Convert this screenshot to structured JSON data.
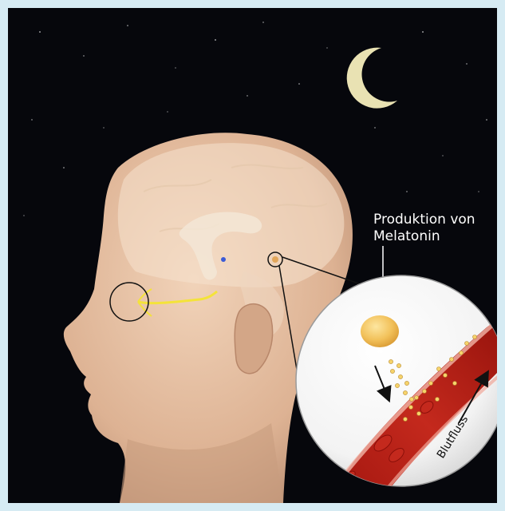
{
  "labels": {
    "production_line1": "Produktion von",
    "production_line2": "Melatonin",
    "blood_flow": "Blutfluss"
  },
  "colors": {
    "night_sky": "#06070c",
    "frame_border": "#d6ebf3",
    "moon": "#e9e2b3",
    "skin": "#e8c4a6",
    "brain_overlay": "#f2dcc6",
    "optic_nerve": "#f4e33a",
    "melatonin_gland": "#f2c15a",
    "vessel": "#a8160f",
    "blood_cell": "#c4291d"
  },
  "icons": {
    "moon": "crescent-moon-icon",
    "arrow_down": "arrow-down-icon",
    "arrow_up": "arrow-up-icon"
  }
}
